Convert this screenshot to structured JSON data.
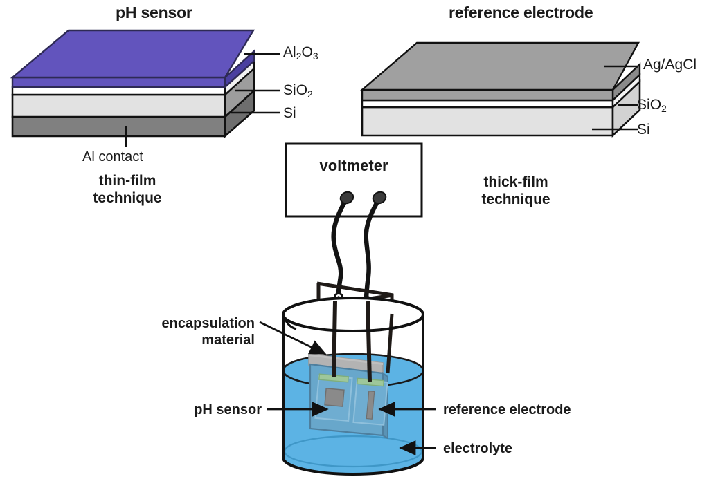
{
  "figure": {
    "kind": "schematic-diagram",
    "subject": "pH sensor and reference electrode measurement setup"
  },
  "titles": {
    "left": "pH sensor",
    "right": "reference electrode"
  },
  "left_stack": {
    "technique": "thin-film\ntechnique",
    "technique_line1": "thin-film",
    "technique_line2": "technique",
    "bottom_label": "Al contact",
    "layers": [
      {
        "id": "al2o3",
        "label": "Al",
        "sub1": "2",
        "label2": "O",
        "sub2": "3",
        "color": "#6254bd"
      },
      {
        "id": "sio2",
        "label": "Si",
        "label2": "O",
        "sub2": "2",
        "color": "#ffffff"
      },
      {
        "id": "si",
        "label": "Si",
        "color": "#e0e0e0"
      },
      {
        "id": "al_contact",
        "label": "Al contact",
        "color": "#808080"
      }
    ]
  },
  "right_stack": {
    "technique_line1": "thick-film",
    "technique_line2": "technique",
    "layers": [
      {
        "id": "agagcl",
        "label": "Ag/AgCl",
        "color": "#a0a0a0"
      },
      {
        "id": "sio2",
        "label": "Si",
        "label2": "O",
        "sub2": "2",
        "color": "#ffffff"
      },
      {
        "id": "si",
        "label": "Si",
        "color": "#e0e0e0"
      }
    ]
  },
  "instrument": {
    "voltmeter_label": "voltmeter"
  },
  "beaker": {
    "callouts": {
      "encapsulation_line1": "encapsulation",
      "encapsulation_line2": "material",
      "ph_sensor": "pH sensor",
      "reference_electrode": "reference  electrode",
      "electrolyte": "electrolyte"
    }
  },
  "colors": {
    "al2o3_purple": "#6254bd",
    "al2o3_purple_dark": "#4a3fa0",
    "si_light_gray": "#e2e2e2",
    "al_contact_gray": "#808080",
    "agagcl_gray": "#a0a0a0",
    "agagcl_gray_dark": "#8a8a8a",
    "electrolyte_blue": "#5cb3e4",
    "electrolyte_blue_dark": "#4aa3d6",
    "encapsulation_gray": "#b3b3b3",
    "chip_body": "#6aa9cd",
    "chip_pad_green": "#9ec79a",
    "chip_pad_gray": "#8a8a8a",
    "outline_black": "#111111",
    "wire_black": "#1a1a1a"
  }
}
